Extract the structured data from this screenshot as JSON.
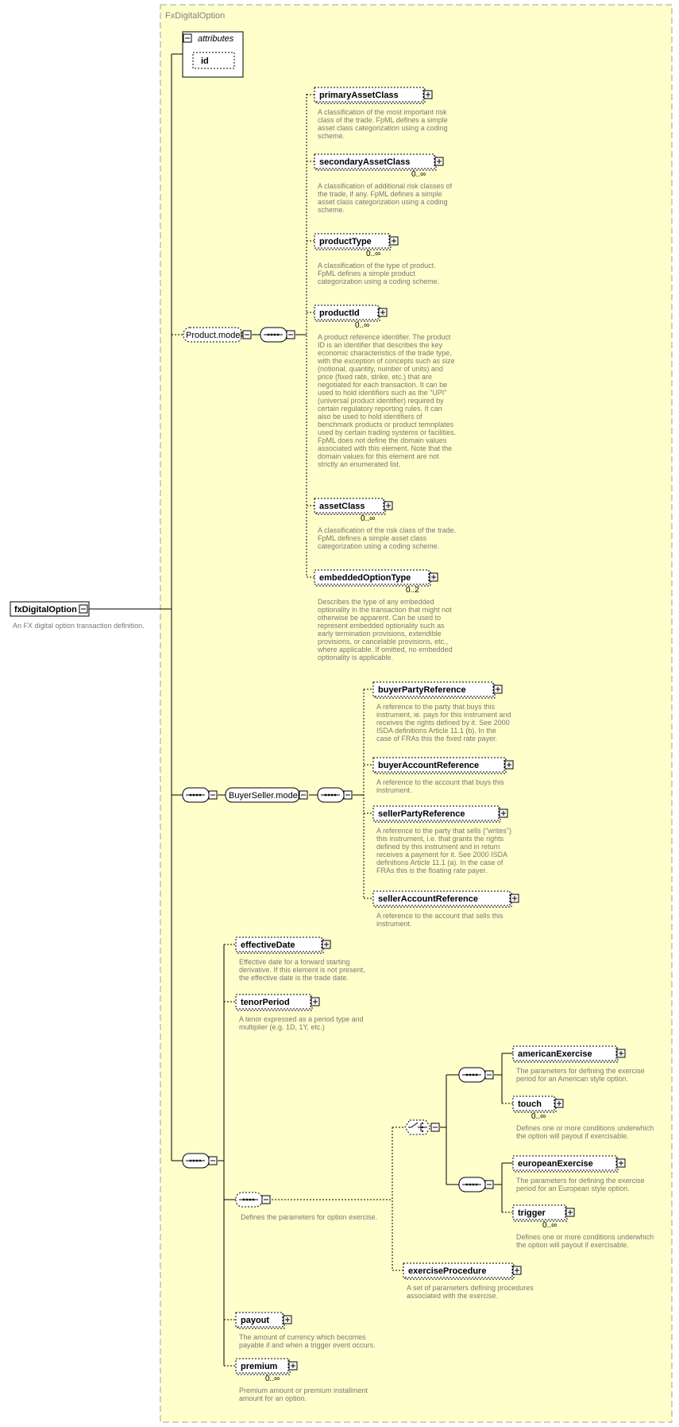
{
  "type_name": "FxDigitalOption",
  "root": {
    "name": "fxDigitalOption",
    "doc": [
      "An FX digital option transaction definition."
    ]
  },
  "attributes": {
    "title": "attributes",
    "items": [
      "id"
    ]
  },
  "groups": {
    "product_model": "Product.model",
    "buyer_seller_model": "BuyerSeller.model"
  },
  "product_elements": [
    {
      "name": "primaryAssetClass",
      "card": "",
      "doc": [
        "A classification of the most important risk",
        "class of the trade. FpML defines a simple",
        "asset class categorization using a coding",
        "scheme."
      ]
    },
    {
      "name": "secondaryAssetClass",
      "card": "0..∞",
      "doc": [
        "A classification of additional risk classes of",
        "the trade, if any. FpML defines a simple",
        "asset class categorization using a coding",
        "scheme."
      ]
    },
    {
      "name": "productType",
      "card": "0..∞",
      "doc": [
        "A classification of the type of product.",
        "FpML defines a simple product",
        "categorization using a coding scheme."
      ]
    },
    {
      "name": "productId",
      "card": "0..∞",
      "doc": [
        "A product reference identifier. The product",
        "ID is an identifier that describes the key",
        "economic characteristics of the trade type,",
        "with the exception of concepts such as size",
        "(notional, quantity, number of units) and",
        "price (fixed rate, strike, etc.) that are",
        "negotiated for each transaction. It can be",
        "used to hold identifiers such as the \"UPI\"",
        "(universal product identifier) required by",
        "certain regulatory reporting rules. It can",
        "also be used to hold identifiers of",
        "benchmark products or product temnplates",
        "used by certain trading systems or facilities.",
        "FpML does not define the domain values",
        "associated with this element. Note that the",
        "domain values for this element are not",
        "strictly an enumerated list."
      ]
    },
    {
      "name": "assetClass",
      "card": "0..∞",
      "doc": [
        "A classification of the risk class of the trade.",
        "FpML defines a simple asset class",
        "categorization using a coding scheme."
      ]
    },
    {
      "name": "embeddedOptionType",
      "card": "0..2",
      "doc": [
        "Describes the type of any embedded",
        "optionality in the transaction that might not",
        "otherwise be apparent. Can be used to",
        "represent embedded optionality such as",
        "early termination provisions, extendible",
        "provisions, or cancelable provisions, etc.,",
        "where applicable. If omitted, no embedded",
        "optionality is applicable."
      ]
    }
  ],
  "buyer_seller_elements": [
    {
      "name": "buyerPartyReference",
      "card": "",
      "doc": [
        "A reference to the party that buys this",
        "instrument, ie. pays for this instrument and",
        "receives the rights defined by it. See 2000",
        "ISDA definitions Article 11.1 (b). In the",
        "case of FRAs this the fixed rate payer."
      ]
    },
    {
      "name": "buyerAccountReference",
      "card": "",
      "doc": [
        "A reference to the account that buys this",
        "instrument."
      ]
    },
    {
      "name": "sellerPartyReference",
      "card": "",
      "doc": [
        "A reference to the party that sells (\"writes\")",
        "this instrument, i.e. that grants the rights",
        "defined by this instrument and in return",
        "receives a payment for it. See 2000 ISDA",
        "definitions Article 11.1 (a). In the case of",
        "FRAs this is the floating rate payer."
      ]
    },
    {
      "name": "sellerAccountReference",
      "card": "",
      "doc": [
        "A reference to the account that sells this",
        "instrument."
      ]
    }
  ],
  "option_elements": {
    "effectiveDate": {
      "name": "effectiveDate",
      "doc": [
        "Effective date for a forward starting",
        "derivative. If this element is not present,",
        "the effective date is the trade date."
      ]
    },
    "tenorPeriod": {
      "name": "tenorPeriod",
      "doc": [
        "A tenor expressed as a period type and",
        "multiplier (e.g. 1D, 1Y, etc.)"
      ]
    },
    "exercise_doc": [
      "Defines the parameters for option exercise."
    ],
    "americanExercise": {
      "name": "americanExercise",
      "doc": [
        "The parameters for defining the exercise",
        "period for an American style option."
      ]
    },
    "touch": {
      "name": "touch",
      "card": "0..∞",
      "doc": [
        "Defines one or more conditions underwhich",
        "the option will payout if exercisable."
      ]
    },
    "europeanExercise": {
      "name": "europeanExercise",
      "doc": [
        "The parameters for defining the exercise",
        "period for an European style option."
      ]
    },
    "trigger": {
      "name": "trigger",
      "card": "0..∞",
      "doc": [
        "Defines one or more conditions underwhich",
        "the option will payout if exercisable."
      ]
    },
    "exerciseProcedure": {
      "name": "exerciseProcedure",
      "doc": [
        "A set of parameters defining procedures",
        "associated with the exercise."
      ]
    },
    "payout": {
      "name": "payout",
      "doc": [
        "The amount of currency which becomes",
        "payable if and when a trigger event occurs."
      ]
    },
    "premium": {
      "name": "premium",
      "card": "0..∞",
      "doc": [
        "Premium amount or premium installment",
        "amount for an option."
      ]
    }
  },
  "colors": {
    "background": "#ffffcc",
    "frame": "#a0a0a0",
    "doc_text": "#777777",
    "title_text": "#808080"
  }
}
